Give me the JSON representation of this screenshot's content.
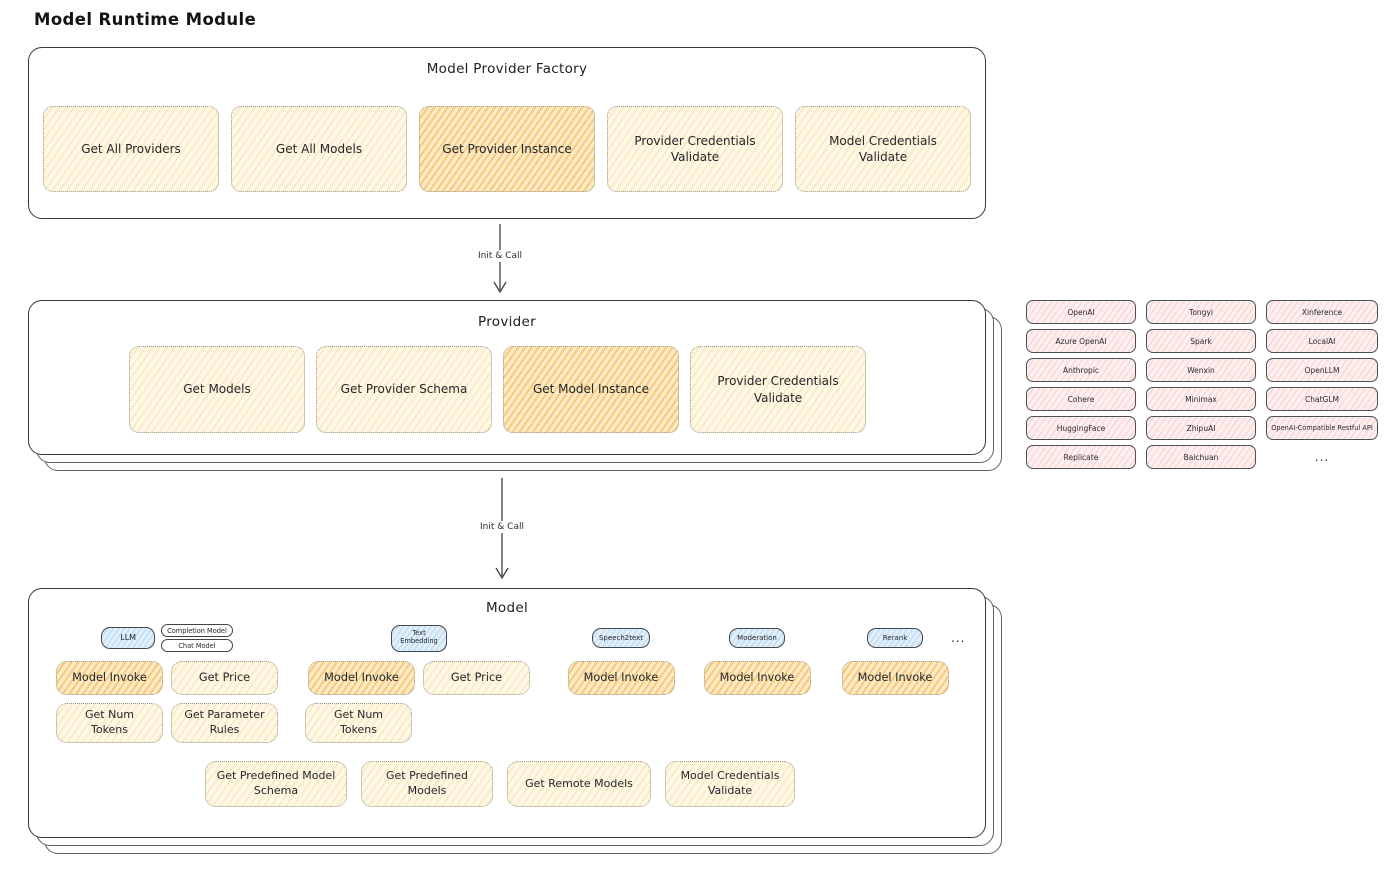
{
  "page_title": "Model Runtime Module",
  "arrow1": {
    "label": "Init & Call"
  },
  "arrow2": {
    "label": "Init & Call"
  },
  "factory": {
    "title": "Model Provider Factory",
    "buttons": [
      {
        "label": "Get All Providers",
        "highlight": false
      },
      {
        "label": "Get All Models",
        "highlight": false
      },
      {
        "label": "Get Provider Instance",
        "highlight": true
      },
      {
        "label": "Provider Credentials Validate",
        "highlight": false
      },
      {
        "label": "Model Credentials Validate",
        "highlight": false
      }
    ]
  },
  "provider": {
    "title": "Provider",
    "buttons": [
      {
        "label": "Get Models",
        "highlight": false
      },
      {
        "label": "Get Provider Schema",
        "highlight": false
      },
      {
        "label": "Get Model Instance",
        "highlight": true
      },
      {
        "label": "Provider Credentials Validate",
        "highlight": false
      }
    ]
  },
  "providers_grid": {
    "items": [
      "OpenAI",
      "Tongyi",
      "Xinference",
      "Azure OpenAI",
      "Spark",
      "LocalAI",
      "Anthropic",
      "Wenxin",
      "OpenLLM",
      "Cohere",
      "Minimax",
      "ChatGLM",
      "HuggingFace",
      "ZhipuAI",
      "OpenAI-Compatible Restful API",
      "Replicate",
      "Baichuan"
    ],
    "more_label": "..."
  },
  "model": {
    "title": "Model",
    "more_label": "...",
    "groups": [
      {
        "tag": "LLM",
        "subtag1": "Completion Model",
        "subtag2": "Chat Model",
        "buttons": {
          "invoke": "Model Invoke",
          "price": "Get Price",
          "tokens": "Get Num Tokens",
          "rules": "Get Parameter Rules"
        }
      },
      {
        "tag": "Text Embedding",
        "buttons": {
          "invoke": "Model Invoke",
          "price": "Get Price",
          "tokens": "Get Num Tokens"
        }
      },
      {
        "tag": "Speech2text",
        "buttons": {
          "invoke": "Model Invoke"
        }
      },
      {
        "tag": "Moderation",
        "buttons": {
          "invoke": "Model Invoke"
        }
      },
      {
        "tag": "Rerank",
        "buttons": {
          "invoke": "Model Invoke"
        }
      }
    ],
    "bottom_buttons": [
      {
        "label": "Get Predefined Model Schema"
      },
      {
        "label": "Get Predefined Models"
      },
      {
        "label": "Get Remote Models"
      },
      {
        "label": "Model Credentials Validate"
      }
    ]
  },
  "colors": {
    "button_cream": "#fdf7e3",
    "button_orange_highlight": "#f6c35c",
    "chip_pink": "#fdefee",
    "tag_blue": "#e0effa",
    "box_border": "#35393d",
    "text": "#1e1f22"
  }
}
